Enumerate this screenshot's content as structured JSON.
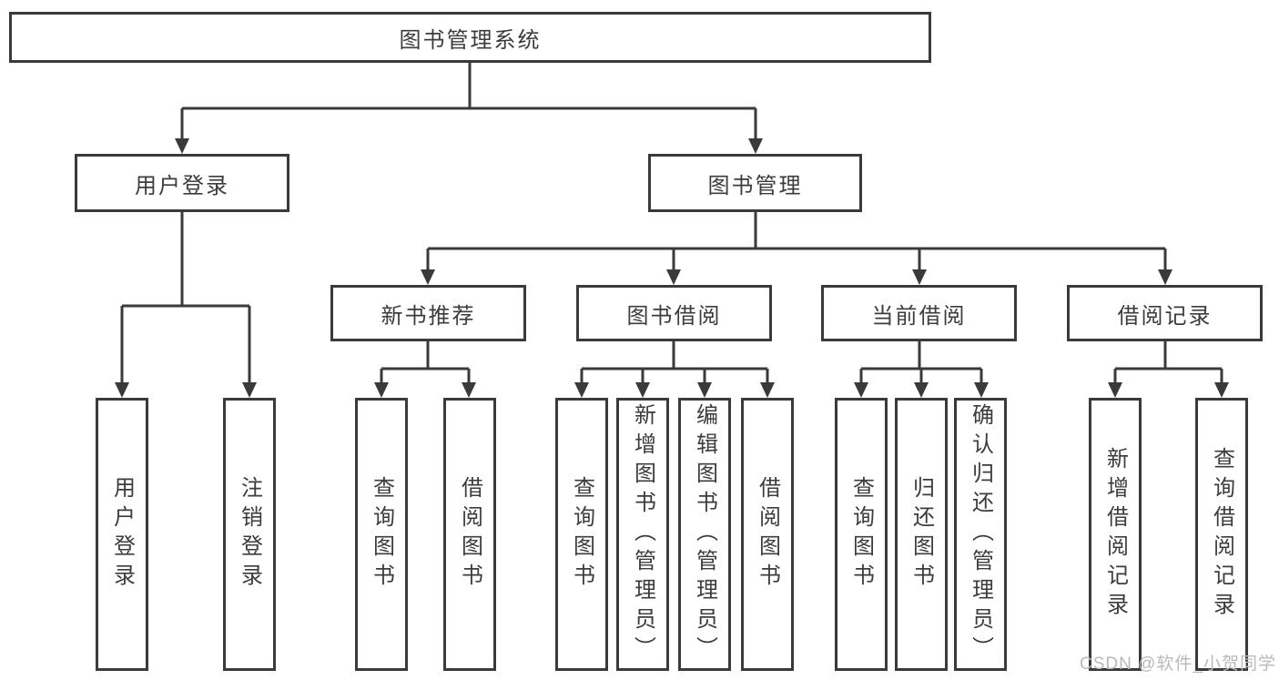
{
  "tree": {
    "root": {
      "label": "图书管理系统"
    },
    "branches": [
      {
        "label": "用户登录",
        "children": [
          {
            "label": "用户登录"
          },
          {
            "label": "注销登录"
          }
        ]
      },
      {
        "label": "图书管理",
        "children": [
          {
            "label": "新书推荐",
            "children": [
              {
                "label": "查询图书"
              },
              {
                "label": "借阅图书"
              }
            ]
          },
          {
            "label": "图书借阅",
            "children": [
              {
                "label": "查询图书"
              },
              {
                "label": "新增图书（管理员）"
              },
              {
                "label": "编辑图书（管理员）"
              },
              {
                "label": "借阅图书"
              }
            ]
          },
          {
            "label": "当前借阅",
            "children": [
              {
                "label": "查询图书"
              },
              {
                "label": "归还图书"
              },
              {
                "label": "确认归还（管理员）"
              }
            ]
          },
          {
            "label": "借阅记录",
            "children": [
              {
                "label": "新增借阅记录"
              },
              {
                "label": "查询借阅记录"
              }
            ]
          }
        ]
      }
    ]
  },
  "watermark": {
    "text": "CSDN @软件_小贺同学"
  },
  "colors": {
    "line": "#3a3a3a",
    "text": "#3c3c3c",
    "background": "#ffffff",
    "watermark": "#b9b9b9"
  }
}
